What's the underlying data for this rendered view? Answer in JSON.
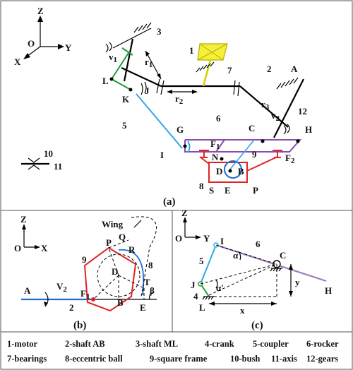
{
  "panel_a": {
    "axes": {
      "z": "Z",
      "y": "Y",
      "x": "X",
      "o": "O"
    },
    "points": {
      "A": "A",
      "L": "L",
      "K": "K",
      "J": "J",
      "G": "G",
      "C": "C",
      "H": "H",
      "I": "I",
      "F1": "F",
      "F2": "F",
      "N": "N",
      "D": "D",
      "B": "B",
      "S": "S",
      "E": "E",
      "P": "P"
    },
    "subscripts": {
      "one": "1",
      "two": "2"
    },
    "radii": {
      "r1": "r",
      "r2": "r",
      "r3": "r"
    },
    "velocities": {
      "v1": "v",
      "v2": "v"
    },
    "numbers": {
      "n1": "1",
      "n2": "2",
      "n3": "3",
      "n5": "5",
      "n6": "6",
      "n7": "7",
      "n8": "8",
      "n9": "9",
      "n10": "10",
      "n11": "11",
      "n12": "12"
    },
    "caption": "(a)"
  },
  "panel_b": {
    "axes": {
      "z": "Z",
      "x": "X",
      "o": "O"
    },
    "labels": {
      "wing": "Wing",
      "Q": "Q",
      "R": "R",
      "P": "P",
      "D": "D",
      "T": "T",
      "beta": "β",
      "A": "A",
      "V": "V",
      "V_sub": "2",
      "F": "F",
      "F_sub": "1",
      "B": "B",
      "E": "E",
      "n2": "2",
      "n8": "8",
      "n9": "9"
    },
    "caption": "(b)"
  },
  "panel_c": {
    "axes": {
      "z": "Z",
      "y": "Y",
      "o": "O"
    },
    "labels": {
      "I": "I",
      "C": "C",
      "H": "H",
      "J": "J",
      "L": "L",
      "alpha": "α",
      "alpha_p": "α'",
      "x": "x",
      "y": "y",
      "n4": "4",
      "n5": "5",
      "n6": "6"
    },
    "caption": "(c)"
  },
  "legend": [
    [
      "1-motor",
      "2-shaft AB",
      "3-shaft ML",
      "4-crank",
      "5-coupler",
      "6-rocker"
    ],
    [
      "7-bearings",
      "8-eccentric ball",
      "9-square frame",
      "10-bush",
      "11-axis",
      "12-gears"
    ]
  ],
  "colors": {
    "coupler": "#2fa8e6",
    "crank": "#1f9b37",
    "rocker": "#8a4ab0",
    "frame": "#e02424",
    "motor": "#f3ef3a"
  }
}
